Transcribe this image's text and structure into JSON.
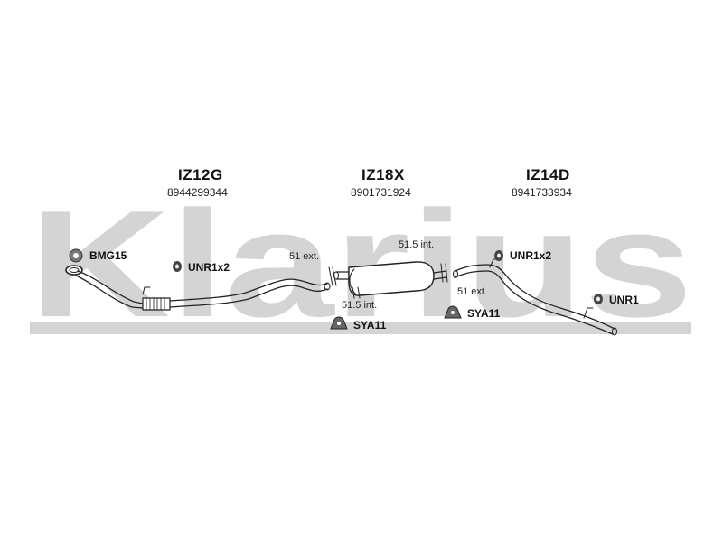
{
  "watermark": {
    "text": "Klarius"
  },
  "sections": [
    {
      "code": "IZ12G",
      "part_number": "8944299344"
    },
    {
      "code": "IZ18X",
      "part_number": "8901731924"
    },
    {
      "code": "IZ14D",
      "part_number": "8941733934"
    }
  ],
  "fittings": [
    {
      "label": "BMG15",
      "icon": "gasket-ring-icon"
    },
    {
      "label": "UNR1x2",
      "icon": "rubber-mount-icon"
    },
    {
      "label": "SYA11",
      "icon": "clamp-icon"
    },
    {
      "label": "SYA11",
      "icon": "clamp-icon"
    },
    {
      "label": "UNR1x2",
      "icon": "rubber-mount-icon"
    },
    {
      "label": "UNR1",
      "icon": "rubber-mount-icon"
    }
  ],
  "dimensions": [
    {
      "text": "51 ext."
    },
    {
      "text": "51.5 int."
    },
    {
      "text": "51.5 int."
    },
    {
      "text": "51 ext."
    }
  ]
}
